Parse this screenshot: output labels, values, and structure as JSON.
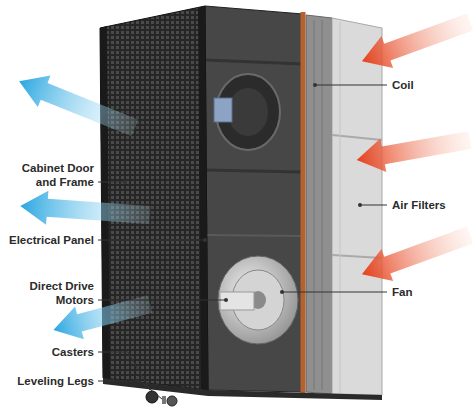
{
  "diagram": {
    "labels": [
      "Coil",
      "Cabinet Door and Frame",
      "Air Filters",
      "Electrical Panel",
      "Direct Drive Motors",
      "Fan",
      "Casters",
      "Leveling Legs"
    ]
  }
}
